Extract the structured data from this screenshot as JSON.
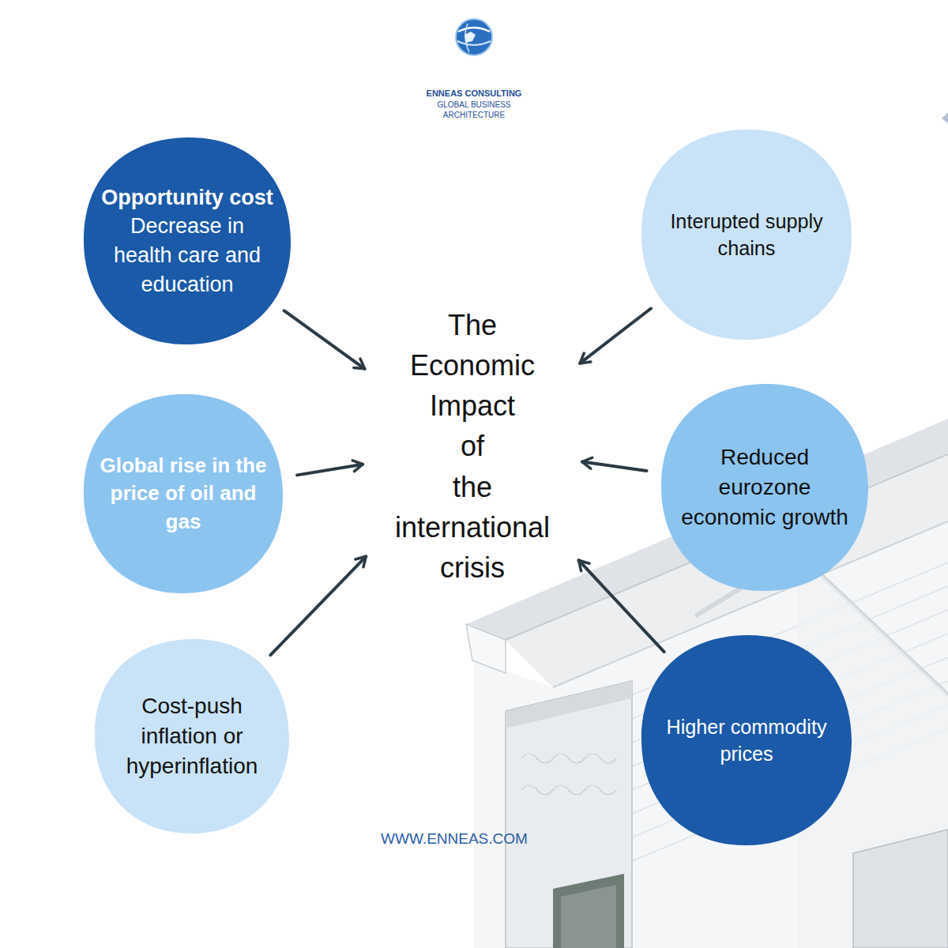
{
  "diagram": {
    "nodes": [
      {
        "text": [
          "Opportunity cost",
          "Decrease in health care and education"
        ]
      },
      {
        "text": [
          "Interupted supply chains"
        ]
      },
      {
        "text": [
          "The Economic Impact of the international crisis"
        ]
      },
      {
        "text": [
          "Global rise in the price of oil and gas"
        ]
      },
      {
        "text": [
          "Reduced eurozone economic growth"
        ]
      },
      {
        "text": [
          "Cost-push inflation or hyperinflation"
        ]
      },
      {
        "text": [
          "Higher commodity prices"
        ]
      }
    ],
    "edges": [
      {
        "from": 0,
        "to": 2,
        "arrow": "to"
      },
      {
        "from": 1,
        "to": 2,
        "arrow": "to"
      },
      {
        "from": 3,
        "to": 2,
        "arrow": "to"
      },
      {
        "from": 4,
        "to": 2,
        "arrow": "to"
      },
      {
        "from": 5,
        "to": 2,
        "arrow": "to"
      },
      {
        "from": 6,
        "to": 2,
        "arrow": "to"
      }
    ],
    "labels": [
      "ENNEAS CONSULTING",
      "GLOBAL BUSINESS ARCHITECTURE",
      "WWW.ENNEAS.COM"
    ]
  }
}
